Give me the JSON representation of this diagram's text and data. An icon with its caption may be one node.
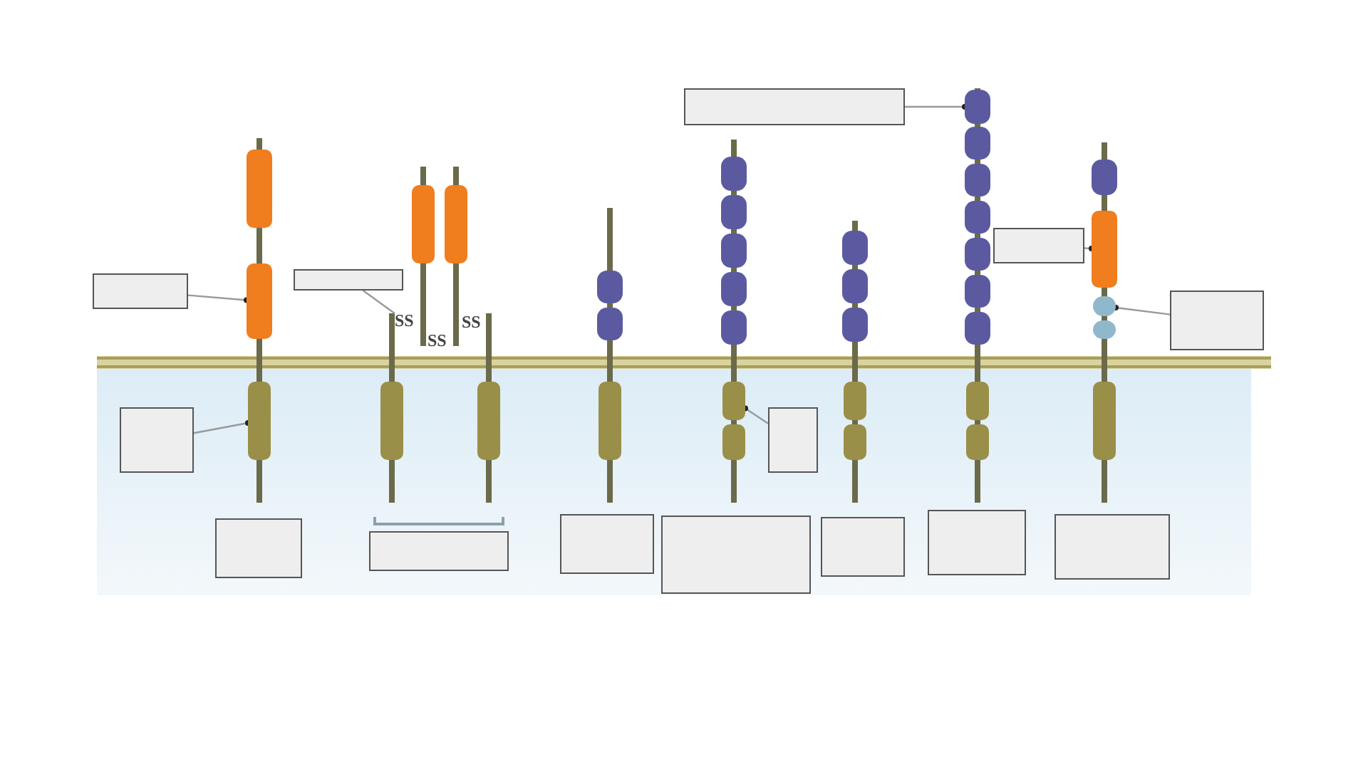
{
  "diagram": {
    "nodes": [
      {
        "text": [],
        "shape": "box"
      },
      {
        "text": [],
        "shape": "circle"
      },
      {
        "text": [],
        "shape": "box"
      },
      {
        "text": [],
        "shape": "bar"
      },
      {
        "text": [],
        "shape": "box"
      },
      {
        "text": [],
        "shape": "bar"
      },
      {
        "text": [],
        "shape": "box"
      },
      {
        "text": [
          "SS"
        ]
      },
      {
        "text": [],
        "shape": "box"
      },
      {
        "text": [],
        "shape": "circle"
      },
      {
        "text": [],
        "shape": "box"
      },
      {
        "text": [],
        "shape": "bar"
      },
      {
        "text": [],
        "shape": "box"
      },
      {
        "text": [],
        "shape": "bar"
      },
      {
        "text": [],
        "shape": "box"
      },
      {
        "text": [],
        "shape": "box"
      },
      {
        "text": [],
        "shape": "box"
      },
      {
        "text": [],
        "shape": "box"
      },
      {
        "text": [],
        "shape": "box"
      },
      {
        "text": [],
        "shape": "box"
      },
      {
        "text": [],
        "shape": "box"
      }
    ],
    "edges": [
      {
        "from": 0,
        "to": 1,
        "arrow": "other"
      },
      {
        "from": 2,
        "to": 3,
        "arrow": "other"
      },
      {
        "from": 4,
        "to": 5,
        "arrow": "other"
      },
      {
        "from": 6,
        "to": 7,
        "arrow": "none"
      },
      {
        "from": 8,
        "to": 9,
        "arrow": "other"
      },
      {
        "from": 10,
        "to": 11,
        "arrow": "other"
      },
      {
        "from": 12,
        "to": 13,
        "arrow": "other"
      }
    ],
    "labels": [
      "SS",
      "SS"
    ]
  }
}
